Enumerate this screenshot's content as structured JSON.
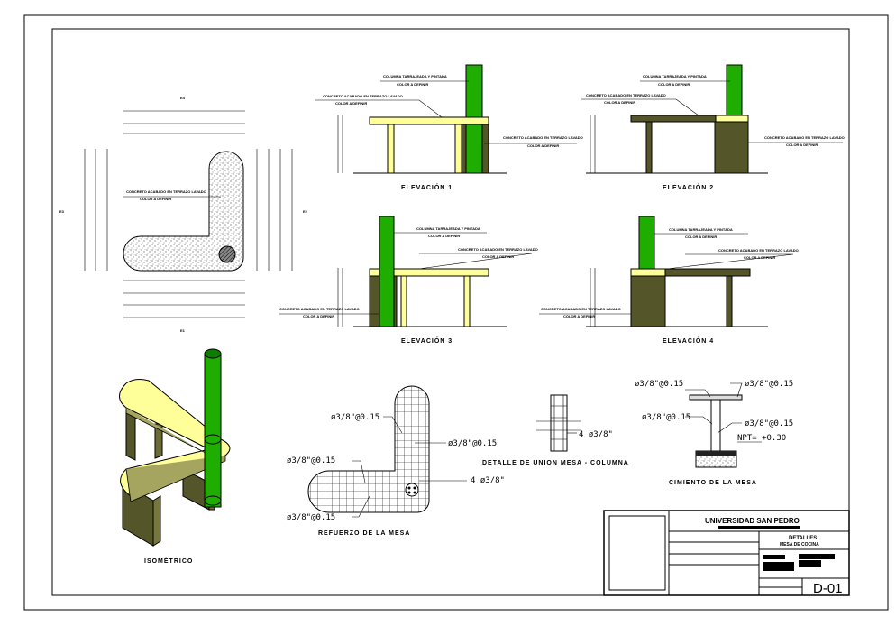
{
  "colors": {
    "column": "#1fae00",
    "slab_light": "#ffff99",
    "concrete_dark": "#55552a",
    "line": "#000000"
  },
  "plan": {
    "note_1": "CONCRETO ACABADO EN TERRAZO LAVADO",
    "note_2": "COLOR A DEFINIR",
    "marker_top": "E4",
    "marker_bottom": "E1",
    "marker_left": "E3",
    "marker_right": "E2"
  },
  "elevations": [
    {
      "title": "ELEVACIÓN 1",
      "column_note_1": "COLUMNA TARRAJEADA Y PINTADA",
      "column_note_2": "COLOR A DEFINIR",
      "slab_note_1": "CONCRETO ACABADO EN TERRAZO LAVADO",
      "slab_note_2": "COLOR A DEFINIR",
      "base_note_1": "CONCRETO ACABADO EN TERRAZO LAVADO",
      "base_note_2": "COLOR A DEFINIR"
    },
    {
      "title": "ELEVACIÓN 2",
      "column_note_1": "COLUMNA TARRAJEADA Y PINTADA",
      "column_note_2": "COLOR A DEFINIR",
      "slab_note_1": "CONCRETO ACABADO EN TERRAZO LAVADO",
      "slab_note_2": "COLOR A DEFINIR",
      "base_note_1": "CONCRETO ACABADO EN TERRAZO LAVADO",
      "base_note_2": "COLOR A DEFINIR"
    },
    {
      "title": "ELEVACIÓN 3",
      "column_note_1": "COLUMNA TARRAJEADA Y PINTADA",
      "column_note_2": "COLOR A DEFINIR",
      "slab_note_1": "CONCRETO ACABADO EN TERRAZO LAVADO",
      "slab_note_2": "COLOR A DEFINIR",
      "base_note_1": "CONCRETO ACABADO EN TERRAZO LAVADO",
      "base_note_2": "COLOR A DEFINIR"
    },
    {
      "title": "ELEVACIÓN 4",
      "column_note_1": "COLUMNA TARRAJEADA Y PINTADA",
      "column_note_2": "COLOR A DEFINIR",
      "slab_note_1": "CONCRETO ACABADO EN TERRAZO LAVADO",
      "slab_note_2": "COLOR A DEFINIR",
      "base_note_1": "CONCRETO ACABADO EN TERRAZO LAVADO",
      "base_note_2": "COLOR A DEFINIR"
    }
  ],
  "isometric": {
    "title": "ISOMÉTRICO"
  },
  "reinforcement": {
    "title": "REFUERZO DE LA MESA",
    "labels": [
      "ø3/8\"@0.15",
      "ø3/8\"@0.15",
      "ø3/8\"@0.15",
      "ø3/8\"@0.15",
      "4 ø3/8\""
    ]
  },
  "joint_detail": {
    "title": "DETALLE DE UNION MESA - COLUMNA",
    "label": "4 ø3/8\""
  },
  "foundation": {
    "title": "CIMIENTO DE LA MESA",
    "labels": [
      "ø3/8\"@0.15",
      "ø3/8\"@0.15",
      "ø3/8\"@0.15",
      "ø3/8\"@0.15"
    ],
    "level": "NPT= +0.30"
  },
  "title_block": {
    "institution": "UNIVERSIDAD SAN PEDRO",
    "sheet_title": "DETALLES",
    "sheet_subtitle": "MESA DE COCINA",
    "sheet_number": "D-01"
  }
}
